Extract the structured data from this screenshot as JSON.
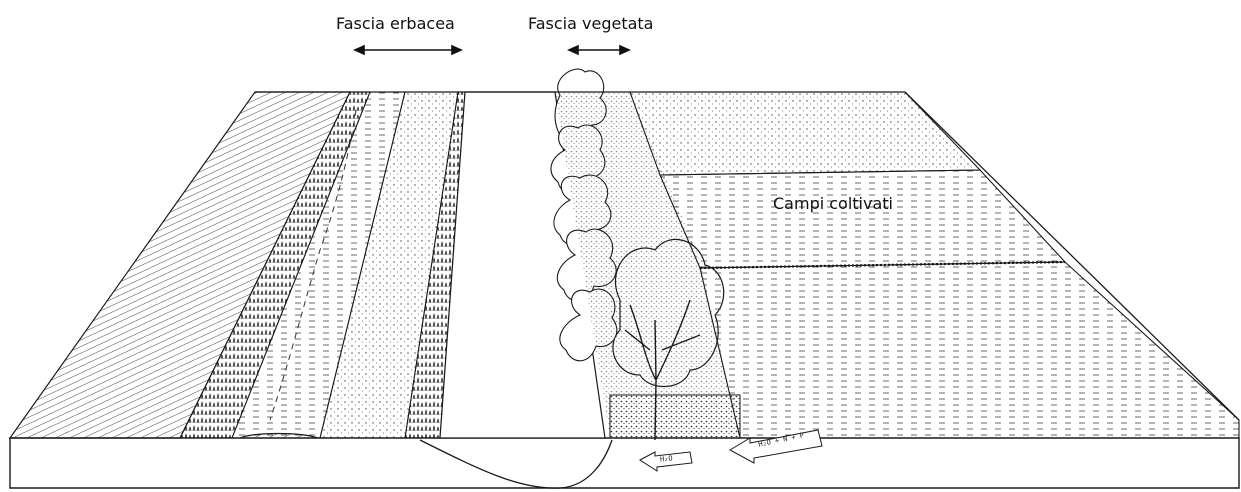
{
  "labels": {
    "grass_strip": "Fascia erbacea",
    "vegetated_strip": "Fascia vegetata",
    "fields": "Campi coltivati"
  },
  "flow_labels": {
    "water": "H₂O",
    "water_nutrients": "H₂O + N + P"
  },
  "colors": {
    "ink": "#1a1a1a",
    "paper": "#ffffff"
  }
}
